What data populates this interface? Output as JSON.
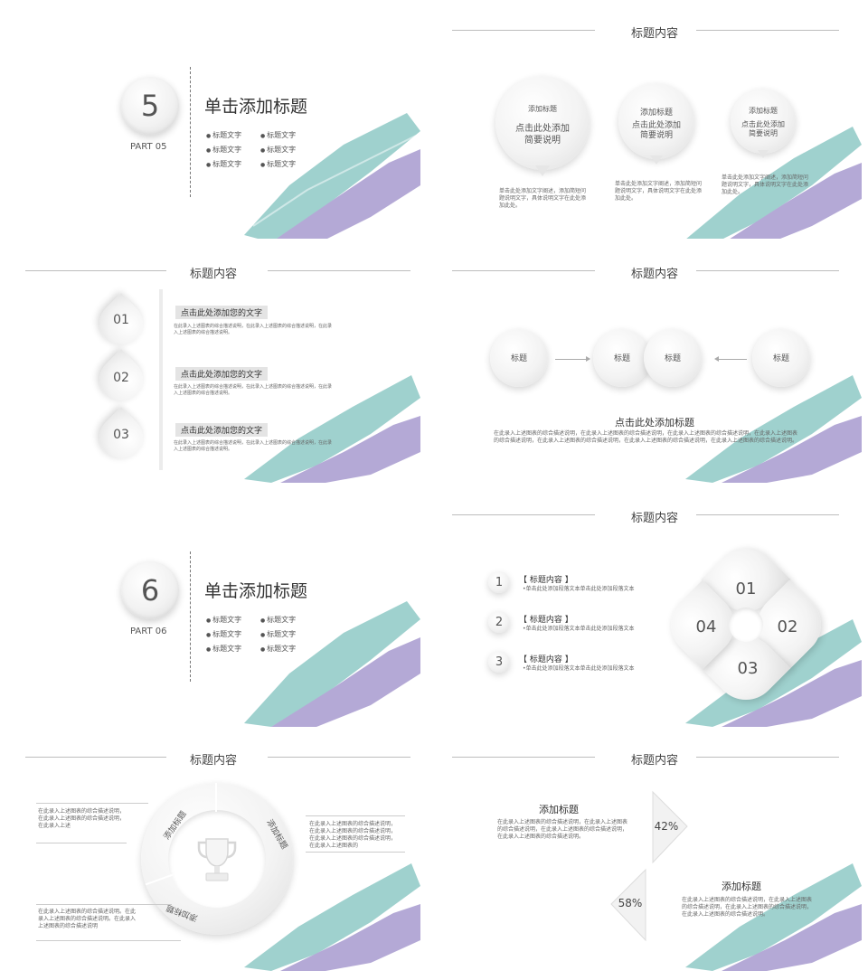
{
  "slides": {
    "s1": {
      "number": "5",
      "part": "PART 05",
      "title": "单击添加标题",
      "bullets": [
        "标题文字",
        "标题文字",
        "标题文字",
        "标题文字",
        "标题文字",
        "标题文字"
      ]
    },
    "s2": {
      "heading": "标题内容",
      "bubbles": [
        {
          "label": "添加标题",
          "text": "点击此处添加\n简要说明",
          "desc": "单击此处添加文字阐述，添加简短问题说明文字，具体说明文字在此处添加此处。"
        },
        {
          "label": "添加标题",
          "text": "点击此处添加\n简要说明",
          "desc": "单击此处添加文字阐述，添加简短问题说明文字，具体说明文字在此处添加此处。"
        },
        {
          "label": "添加标题",
          "text": "点击此处添加\n简要说明",
          "desc": "单击此处添加文字阐述，添加简短问题说明文字，具体说明文字在此处添加此处。"
        }
      ]
    },
    "s3": {
      "heading": "标题内容",
      "items": [
        {
          "num": "01",
          "title": "点击此处添加您的文字",
          "desc": "在此录入上述图表的综合描述说明，在此录入上述图表的综合描述说明，在此录入上述图表的综合描述说明。"
        },
        {
          "num": "02",
          "title": "点击此处添加您的文字",
          "desc": "在此录入上述图表的综合描述说明，在此录入上述图表的综合描述说明，在此录入上述图表的综合描述说明。"
        },
        {
          "num": "03",
          "title": "点击此处添加您的文字",
          "desc": "在此录入上述图表的综合描述说明，在此录入上述图表的综合描述说明，在此录入上述图表的综合描述说明。"
        }
      ]
    },
    "s4": {
      "heading": "标题内容",
      "circles": [
        "标题",
        "标题",
        "标题",
        "标题"
      ],
      "title": "点击此处添加标题",
      "desc": "在此录入上述图表的综合描述说明，在此录入上述图表的综合描述说明，在此录入上述图表的综合描述说明，在此录入上述图表的综合描述说明，在此录入上述图表的综合描述说明，在此录入上述图表的综合描述说明，在此录入上述图表的综合描述说明。"
    },
    "s5": {
      "number": "6",
      "part": "PART 06",
      "title": "单击添加标题",
      "bullets": [
        "标题文字",
        "标题文字",
        "标题文字",
        "标题文字",
        "标题文字",
        "标题文字"
      ]
    },
    "s6": {
      "heading": "标题内容",
      "items": [
        {
          "num": "1",
          "title": "【 标题内容 】",
          "desc": "•单击此处添加段落文本单击此处添加段落文本"
        },
        {
          "num": "2",
          "title": "【 标题内容 】",
          "desc": "•单击此处添加段落文本单击此处添加段落文本"
        },
        {
          "num": "3",
          "title": "【 标题内容 】",
          "desc": "•单击此处添加段落文本单击此处添加段落文本"
        }
      ],
      "petals": [
        "01",
        "02",
        "03",
        "04"
      ]
    },
    "s7": {
      "heading": "标题内容",
      "ring_labels": [
        "添加标题",
        "添加标题",
        "添加标题"
      ],
      "texts": [
        "在此录入上述图表的综合描述说明，在此录入上述图表的综合描述说明，在此录入上述",
        "在此录入上述图表的综合描述说明，在此录入上述图表的综合描述说明，在此录入上述图表的综合描述说明，在此录入上述图表的",
        "在此录入上述图表的综合描述说明。在此录入上述图表的综合描述说明。在此录入上述图表的综合描述说明"
      ]
    },
    "s8": {
      "heading": "标题内容",
      "blocks": [
        {
          "title": "添加标题",
          "desc": "在此录入上述图表的综合描述说明，在此录入上述图表的综合描述说明，在此录入上述图表的综合描述说明，在此录入上述图表的综合描述说明。"
        },
        {
          "title": "添加标题",
          "desc": "在此录入上述图表的综合描述说明，在此录入上述图表的综合描述说明，在此录入上述图表的综合描述说明，在此录入上述图表的综合描述说明。"
        }
      ],
      "percents": [
        "42%",
        "58%"
      ],
      "progress": [
        0.42,
        0.58
      ]
    }
  },
  "colors": {
    "teal": "#8fc9c6",
    "purple": "#a89bd0",
    "line": "#bdbdbd"
  }
}
